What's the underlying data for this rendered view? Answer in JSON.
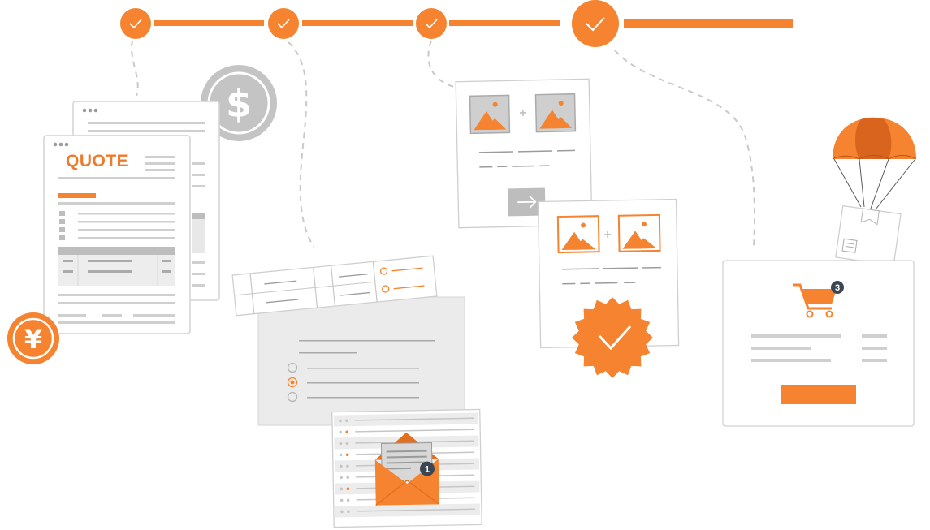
{
  "colors": {
    "accent": "#f5832f",
    "accent_dark": "#d9641d",
    "gray_line": "#c9c9c9",
    "gray_fill": "#bdbdbd",
    "panel_fill": "#ececec",
    "border": "#d2d2d2",
    "badge": "#3b4652"
  },
  "progress": {
    "steps": [
      {
        "state": "complete",
        "icon": "check-icon"
      },
      {
        "state": "complete",
        "icon": "check-icon"
      },
      {
        "state": "complete",
        "icon": "check-icon"
      },
      {
        "state": "current",
        "icon": "check-icon"
      }
    ]
  },
  "quote_document": {
    "title": "QUOTE"
  },
  "coins": {
    "dollar_symbol": "$",
    "yen_symbol": "¥"
  },
  "email": {
    "unread_count": "1"
  },
  "cart": {
    "item_count": "3"
  },
  "icons": [
    "check-icon",
    "dollar-coin-icon",
    "yen-coin-icon",
    "image-icon",
    "plus-icon",
    "arrow-right-icon",
    "verified-badge-icon",
    "envelope-icon",
    "shopping-cart-icon",
    "parachute-icon",
    "package-icon"
  ]
}
